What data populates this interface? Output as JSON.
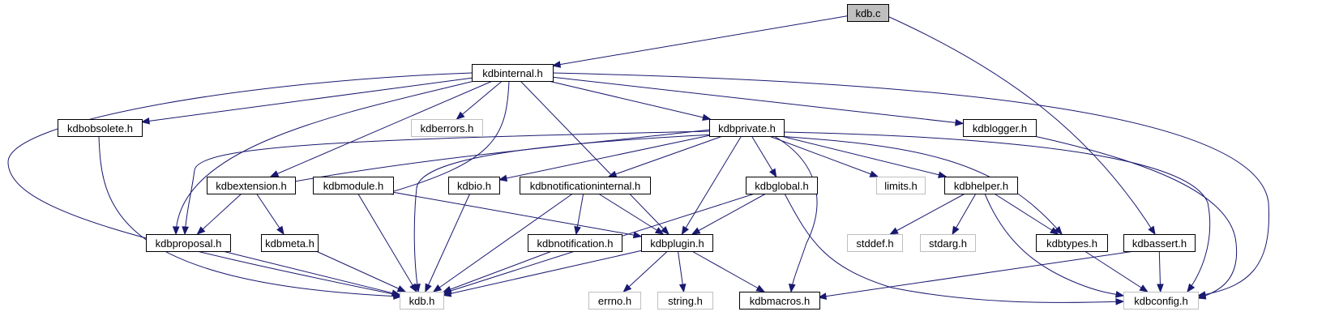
{
  "title": "",
  "colors": {
    "edge": "#191970",
    "border_normal": "#000000",
    "border_external": "#bfbfbf",
    "fill_root": "#bfbfbf",
    "fill_normal": "#ffffff"
  },
  "nodes": [
    {
      "id": "kdb_c",
      "label": "kdb.c",
      "style": "root"
    },
    {
      "id": "kdbinternal_h",
      "label": "kdbinternal.h",
      "style": "normal"
    },
    {
      "id": "kdbobsolete_h",
      "label": "kdbobsolete.h",
      "style": "normal"
    },
    {
      "id": "kdberrors_h",
      "label": "kdberrors.h",
      "style": "external"
    },
    {
      "id": "kdbprivate_h",
      "label": "kdbprivate.h",
      "style": "normal"
    },
    {
      "id": "kdblogger_h",
      "label": "kdblogger.h",
      "style": "normal"
    },
    {
      "id": "kdbextension_h",
      "label": "kdbextension.h",
      "style": "normal"
    },
    {
      "id": "kdbmodule_h",
      "label": "kdbmodule.h",
      "style": "normal"
    },
    {
      "id": "kdbio_h",
      "label": "kdbio.h",
      "style": "normal"
    },
    {
      "id": "kdbnotificationinternal_h",
      "label": "kdbnotificationinternal.h",
      "style": "normal"
    },
    {
      "id": "kdbglobal_h",
      "label": "kdbglobal.h",
      "style": "normal"
    },
    {
      "id": "limits_h",
      "label": "limits.h",
      "style": "external"
    },
    {
      "id": "kdbhelper_h",
      "label": "kdbhelper.h",
      "style": "normal"
    },
    {
      "id": "kdbproposal_h",
      "label": "kdbproposal.h",
      "style": "normal"
    },
    {
      "id": "kdbmeta_h",
      "label": "kdbmeta.h",
      "style": "normal"
    },
    {
      "id": "kdbnotification_h",
      "label": "kdbnotification.h",
      "style": "normal"
    },
    {
      "id": "kdbplugin_h",
      "label": "kdbplugin.h",
      "style": "normal"
    },
    {
      "id": "stddef_h",
      "label": "stddef.h",
      "style": "external"
    },
    {
      "id": "stdarg_h",
      "label": "stdarg.h",
      "style": "external"
    },
    {
      "id": "kdbtypes_h",
      "label": "kdbtypes.h",
      "style": "normal"
    },
    {
      "id": "kdbassert_h",
      "label": "kdbassert.h",
      "style": "normal"
    },
    {
      "id": "kdb_h",
      "label": "kdb.h",
      "style": "external"
    },
    {
      "id": "errno_h",
      "label": "errno.h",
      "style": "external"
    },
    {
      "id": "string_h",
      "label": "string.h",
      "style": "external"
    },
    {
      "id": "kdbmacros_h",
      "label": "kdbmacros.h",
      "style": "normal"
    },
    {
      "id": "kdbconfig_h",
      "label": "kdbconfig.h",
      "style": "external"
    }
  ],
  "edges": [
    {
      "from": "kdb_c",
      "to": "kdbinternal_h"
    },
    {
      "from": "kdb_c",
      "to": "kdbassert_h"
    },
    {
      "from": "kdbinternal_h",
      "to": "kdbobsolete_h"
    },
    {
      "from": "kdbinternal_h",
      "to": "kdberrors_h"
    },
    {
      "from": "kdbinternal_h",
      "to": "kdbprivate_h"
    },
    {
      "from": "kdbinternal_h",
      "to": "kdblogger_h"
    },
    {
      "from": "kdbinternal_h",
      "to": "kdbextension_h"
    },
    {
      "from": "kdbinternal_h",
      "to": "kdbmodule_h"
    },
    {
      "from": "kdbinternal_h",
      "to": "kdbproposal_h"
    },
    {
      "from": "kdbinternal_h",
      "to": "kdbplugin_h"
    },
    {
      "from": "kdbinternal_h",
      "to": "kdb_h"
    },
    {
      "from": "kdbinternal_h",
      "to": "kdbconfig_h"
    },
    {
      "from": "kdbobsolete_h",
      "to": "kdb_h"
    },
    {
      "from": "kdbprivate_h",
      "to": "kdbextension_h"
    },
    {
      "from": "kdbprivate_h",
      "to": "kdbio_h"
    },
    {
      "from": "kdbprivate_h",
      "to": "kdbnotificationinternal_h"
    },
    {
      "from": "kdbprivate_h",
      "to": "kdbglobal_h"
    },
    {
      "from": "kdbprivate_h",
      "to": "limits_h"
    },
    {
      "from": "kdbprivate_h",
      "to": "kdbhelper_h"
    },
    {
      "from": "kdbprivate_h",
      "to": "kdbproposal_h"
    },
    {
      "from": "kdbprivate_h",
      "to": "kdbplugin_h"
    },
    {
      "from": "kdbprivate_h",
      "to": "kdbtypes_h"
    },
    {
      "from": "kdbprivate_h",
      "to": "kdbmacros_h"
    },
    {
      "from": "kdbprivate_h",
      "to": "kdb_h"
    },
    {
      "from": "kdbprivate_h",
      "to": "kdbconfig_h"
    },
    {
      "from": "kdblogger_h",
      "to": "kdbconfig_h"
    },
    {
      "from": "kdbextension_h",
      "to": "kdbproposal_h"
    },
    {
      "from": "kdbextension_h",
      "to": "kdbmeta_h"
    },
    {
      "from": "kdbmodule_h",
      "to": "kdbplugin_h"
    },
    {
      "from": "kdbmodule_h",
      "to": "kdb_h"
    },
    {
      "from": "kdbio_h",
      "to": "kdb_h"
    },
    {
      "from": "kdbnotificationinternal_h",
      "to": "kdbnotification_h"
    },
    {
      "from": "kdbnotificationinternal_h",
      "to": "kdbplugin_h"
    },
    {
      "from": "kdbnotificationinternal_h",
      "to": "kdb_h"
    },
    {
      "from": "kdbglobal_h",
      "to": "kdbplugin_h"
    },
    {
      "from": "kdbglobal_h",
      "to": "kdb_h"
    },
    {
      "from": "kdbglobal_h",
      "to": "kdbconfig_h"
    },
    {
      "from": "kdbhelper_h",
      "to": "stddef_h"
    },
    {
      "from": "kdbhelper_h",
      "to": "stdarg_h"
    },
    {
      "from": "kdbhelper_h",
      "to": "kdbtypes_h"
    },
    {
      "from": "kdbhelper_h",
      "to": "kdbconfig_h"
    },
    {
      "from": "kdbproposal_h",
      "to": "kdb_h"
    },
    {
      "from": "kdbmeta_h",
      "to": "kdb_h"
    },
    {
      "from": "kdbnotification_h",
      "to": "kdb_h"
    },
    {
      "from": "kdbplugin_h",
      "to": "kdb_h"
    },
    {
      "from": "kdbplugin_h",
      "to": "errno_h"
    },
    {
      "from": "kdbplugin_h",
      "to": "string_h"
    },
    {
      "from": "kdbplugin_h",
      "to": "kdbmacros_h"
    },
    {
      "from": "kdbtypes_h",
      "to": "kdbconfig_h"
    },
    {
      "from": "kdbassert_h",
      "to": "kdbmacros_h"
    },
    {
      "from": "kdbassert_h",
      "to": "kdbconfig_h"
    }
  ]
}
